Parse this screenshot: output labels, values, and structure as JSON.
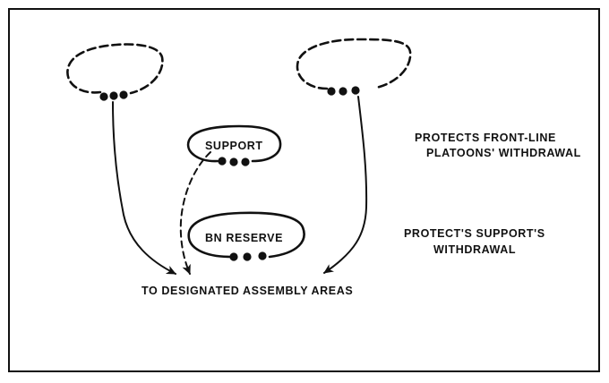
{
  "diagram": {
    "label_support": "SUPPORT",
    "label_bn_reserve": "BN RESERVE",
    "label_destination": "TO DESIGNATED ASSEMBLY AREAS",
    "note_front_line_1": "PROTECTS FRONT-LINE",
    "note_front_line_2": "PLATOONS' WITHDRAWAL",
    "note_support_1": "PROTECT'S SUPPORT'S",
    "note_support_2": "WITHDRAWAL"
  },
  "symbols": {
    "platoon_marker": "three-dot platoon symbol",
    "line_color": "#111111",
    "background_color": "#ffffff"
  }
}
